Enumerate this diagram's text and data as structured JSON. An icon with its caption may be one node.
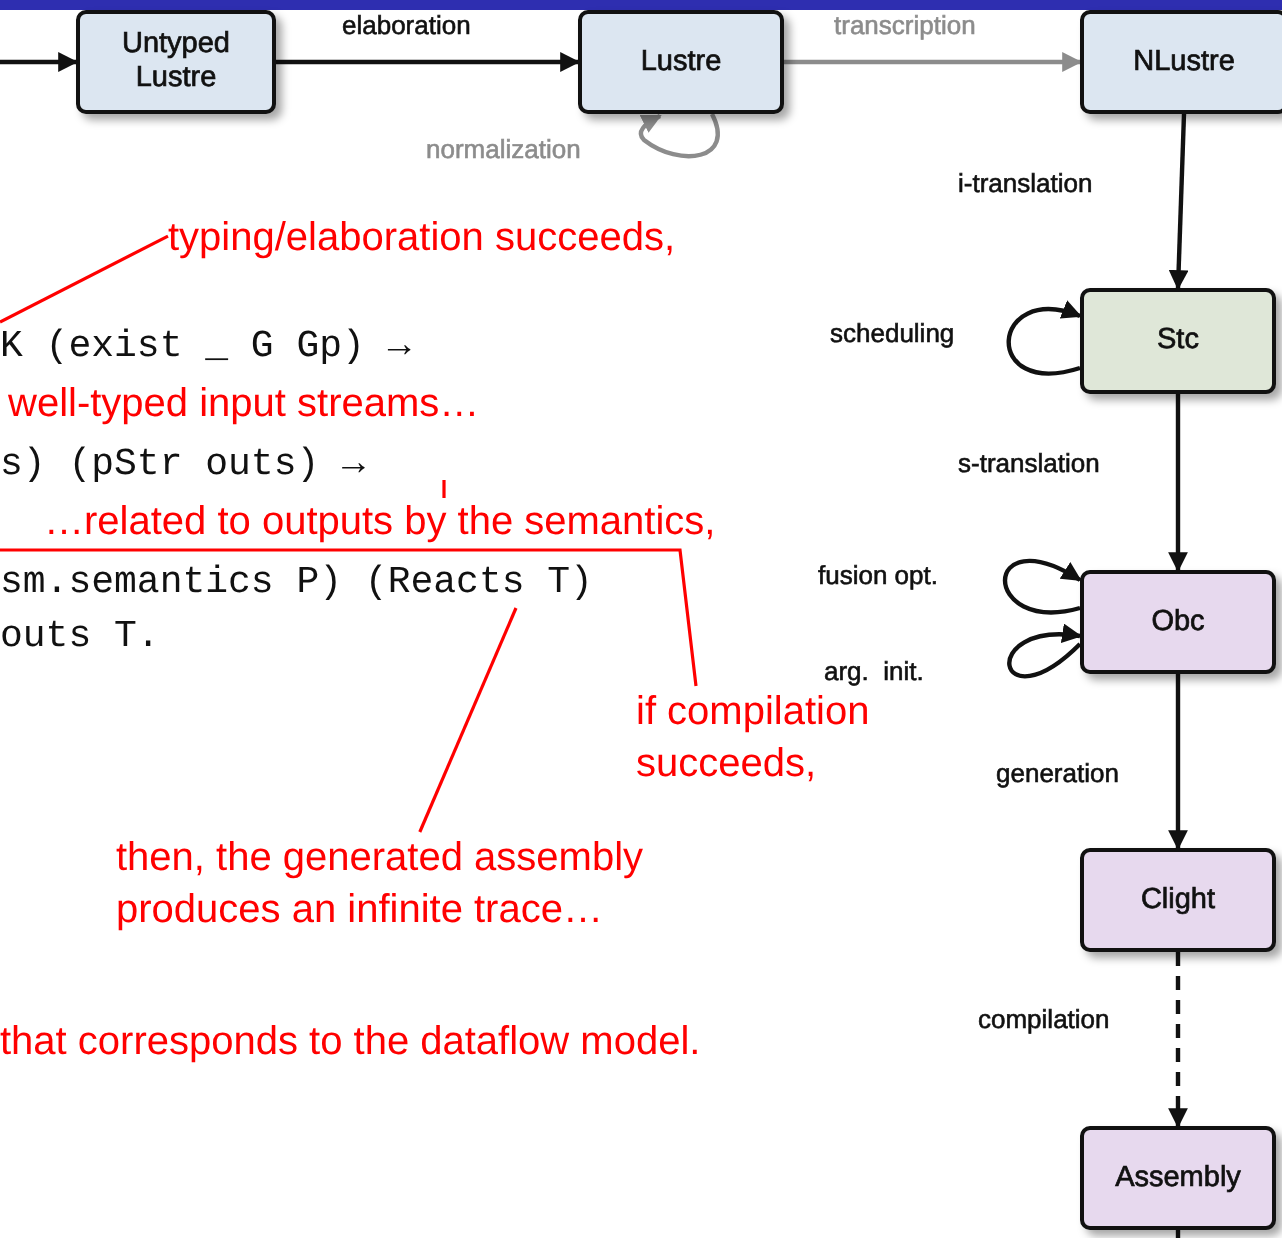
{
  "diagram": {
    "nodes": [
      {
        "text": [
          "Untyped Lustre"
        ]
      },
      {
        "text": [
          "Lustre"
        ]
      },
      {
        "text": [
          "NLustre"
        ]
      },
      {
        "text": [
          "Stc"
        ]
      },
      {
        "text": [
          "Obc"
        ]
      },
      {
        "text": [
          "Clight"
        ]
      },
      {
        "text": [
          "Assembly"
        ]
      },
      {
        "text": [
          "typing/elaboration succeeds,"
        ]
      },
      {
        "text": [
          "K (exist _ G Gp) →"
        ]
      },
      {
        "text": [
          "s) (pStr outs) →"
        ]
      },
      {
        "text": [
          "sm.semantics P) (Reacts T)"
        ]
      },
      {
        "text": [
          "outs T."
        ]
      },
      {
        "text": [
          "if compilation succeeds,"
        ]
      },
      {
        "text": [
          "then, the generated assembly produces an infinite trace…"
        ]
      }
    ],
    "edges": [
      {
        "from": null,
        "to": 0,
        "arrow": "to"
      },
      {
        "from": 0,
        "to": 1,
        "arrow": "to",
        "label": "elaboration"
      },
      {
        "from": 1,
        "to": 2,
        "arrow": "to",
        "label": "transcription",
        "color": "#8c8c8c"
      },
      {
        "from": 1,
        "to": 1,
        "arrow": "to",
        "label": "normalization",
        "color": "#8c8c8c"
      },
      {
        "from": 2,
        "to": 3,
        "arrow": "to",
        "label": "i-translation"
      },
      {
        "from": 3,
        "to": 3,
        "arrow": "to",
        "label": "scheduling"
      },
      {
        "from": 3,
        "to": 4,
        "arrow": "to",
        "label": "s-translation"
      },
      {
        "from": 4,
        "to": 4,
        "arrow": "to",
        "label": "fusion opt."
      },
      {
        "from": 4,
        "to": 4,
        "arrow": "to",
        "label": "arg.  init."
      },
      {
        "from": 4,
        "to": 5,
        "arrow": "to",
        "label": "generation"
      },
      {
        "from": 5,
        "to": 6,
        "arrow": "to",
        "label": "compilation",
        "style": "dashed"
      },
      {
        "from": 6,
        "to": null,
        "arrow": "none"
      },
      {
        "from": 7,
        "to": 8,
        "arrow": "none",
        "color": "#ff0000"
      },
      {
        "from": 12,
        "to": 10,
        "arrow": "none",
        "color": "#ff0000"
      },
      {
        "from": 13,
        "to": 10,
        "arrow": "none",
        "color": "#ff0000"
      }
    ],
    "labels": [
      "well-typed input streams…",
      "…related to outputs by the semantics,",
      "that corresponds to the dataflow model."
    ]
  }
}
